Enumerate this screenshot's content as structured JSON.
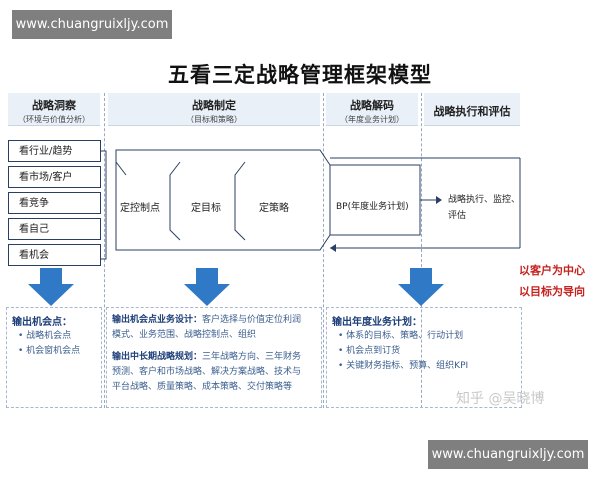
{
  "watermark_top": "www.chuangruixljy.com",
  "watermark_bottom": "www.chuangruixljy.com",
  "title": "五看三定战略管理框架模型",
  "columns": [
    {
      "title": "战略洞察",
      "subtitle": "（环境与价值分析）"
    },
    {
      "title": "战略制定",
      "subtitle": "（目标和策略）"
    },
    {
      "title": "战略解码",
      "subtitle": "（年度业务计划）"
    },
    {
      "title": "战略执行和评估",
      "subtitle": ""
    }
  ],
  "five_looks": [
    "看行业/趋势",
    "看市场/客户",
    "看竞争",
    "看自己",
    "看机会"
  ],
  "strategy_boxes": [
    "定控制点",
    "定目标",
    "定策略"
  ],
  "bp_box": "BP(年度业务计划)",
  "exec_box": [
    "战略执行、监控、",
    "评估"
  ],
  "red_notes": [
    "以客户为中心",
    "以目标为导向"
  ],
  "panel1": {
    "title": "输出机会点：",
    "items": [
      "战略机会点",
      "机会窗机会点"
    ]
  },
  "panel2": {
    "line1_bold": "输出机会点业务设计：",
    "line1_rest": "客户选择与价值定位利润",
    "line2": "模式、业务范围、战略控制点、组织",
    "line3_bold": "输出中长期战略规划：",
    "line3_rest": "三年战略方向、三年财务",
    "line4": "预测、客户和市场战略、解决方案战略、技术与",
    "line5": "平台战略、质量策略、成本策略、交付策略等"
  },
  "panel3": {
    "title": "输出年度业务计划：",
    "items": [
      "体系的目标、策略、行动计划",
      "机会点到订货",
      "关键财务指标、预算、组织KPI"
    ]
  },
  "zhihu_watermark": "知乎 @吴晓博",
  "colors": {
    "box_border": "#2b3f64",
    "arrow": "#2f79c7",
    "header_bg": "#e9f0f8",
    "red": "#c5211d",
    "panel_text": "#3b5e8f"
  }
}
